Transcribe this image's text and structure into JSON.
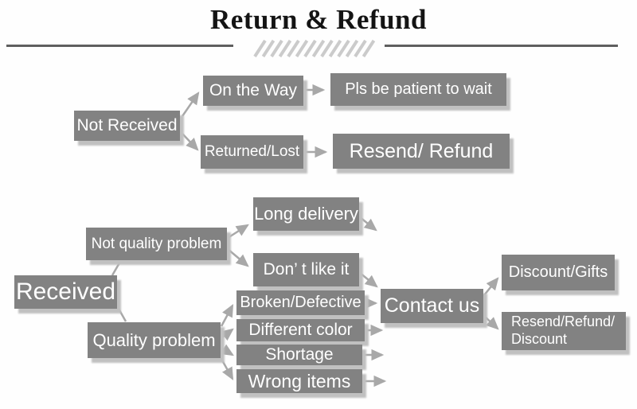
{
  "header": {
    "title": "Return & Refund"
  },
  "nodes": {
    "not_received": {
      "label": "Not Received"
    },
    "on_the_way": {
      "label": "On the Way"
    },
    "pls_wait": {
      "label": "Pls be patient to wait"
    },
    "returned_lost": {
      "label": "Returned/Lost"
    },
    "resend_refund": {
      "label": "Resend/ Refund"
    },
    "received": {
      "label": "Received"
    },
    "not_quality": {
      "label": "Not quality problem"
    },
    "quality": {
      "label": "Quality problem"
    },
    "long_delivery": {
      "label": "Long delivery"
    },
    "dont_like": {
      "label": "Don’ t like it"
    },
    "broken": {
      "label": "Broken/Defective"
    },
    "different_color": {
      "label": "Different color"
    },
    "shortage": {
      "label": "Shortage"
    },
    "wrong_items": {
      "label": "Wrong items"
    },
    "contact_us": {
      "label": "Contact us"
    },
    "discount_gifts": {
      "label": "Discount/Gifts"
    },
    "resend_refund_discount": {
      "label": "Resend/Refund/\nDiscount"
    }
  },
  "colors": {
    "box": "#828282",
    "box_shadow": "#c0c0c0",
    "arrow": "#a8a8a8",
    "divider": "#5f5f5f",
    "hatch": "#cbcbcb",
    "title": "#141414"
  }
}
